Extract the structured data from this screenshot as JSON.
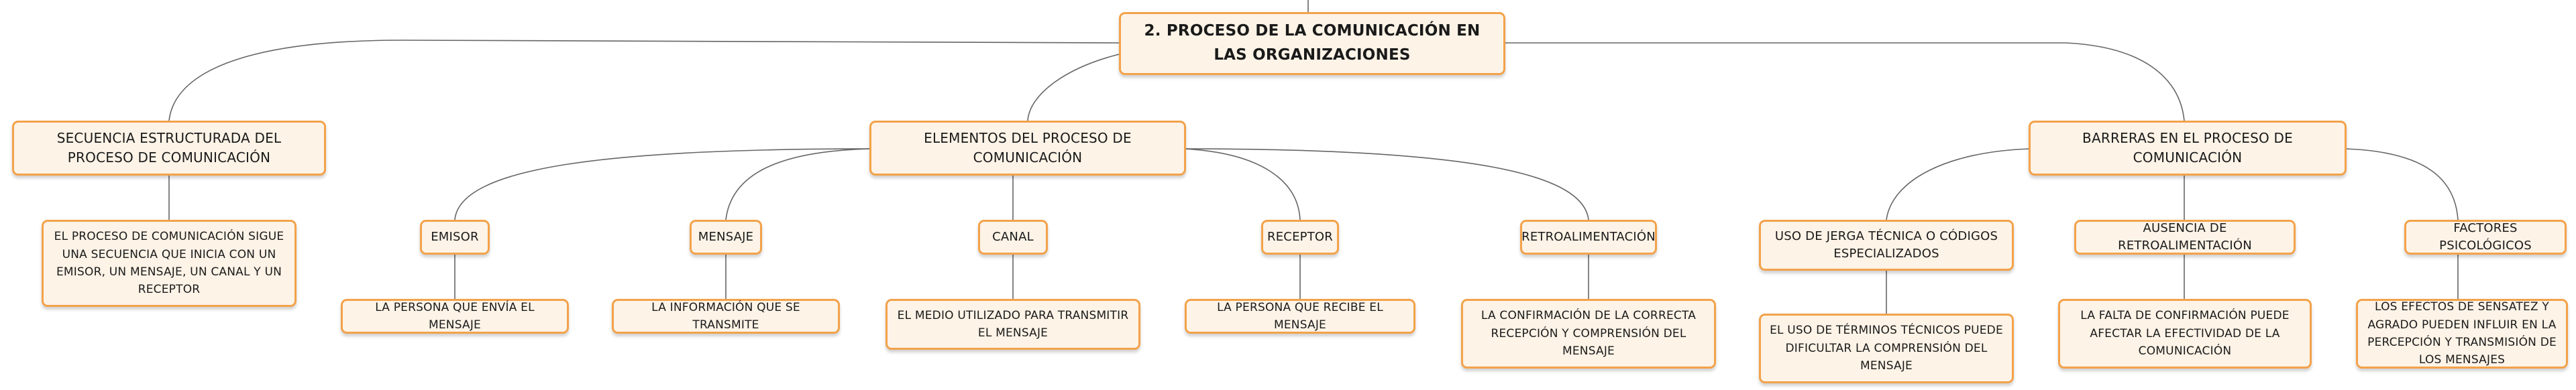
{
  "diagram": {
    "root": "2. PROCESO DE LA COMUNICACIÓN EN LAS ORGANIZACIONES",
    "branches": [
      {
        "label": "SECUENCIA ESTRUCTURADA DEL PROCESO DE COMUNICACIÓN",
        "children": [
          {
            "label": "EL PROCESO DE COMUNICACIÓN SIGUE UNA SECUENCIA QUE INICIA CON UN EMISOR, UN MENSAJE, UN CANAL Y UN RECEPTOR"
          }
        ]
      },
      {
        "label": "ELEMENTOS DEL PROCESO DE COMUNICACIÓN",
        "children": [
          {
            "label": "EMISOR",
            "detail": "LA PERSONA QUE ENVÍA EL MENSAJE"
          },
          {
            "label": "MENSAJE",
            "detail": "LA INFORMACIÓN QUE SE TRANSMITE"
          },
          {
            "label": "CANAL",
            "detail": "EL MEDIO UTILIZADO PARA TRANSMITIR EL MENSAJE"
          },
          {
            "label": "RECEPTOR",
            "detail": "LA PERSONA QUE RECIBE EL MENSAJE"
          },
          {
            "label": "RETROALIMENTACIÓN",
            "detail": "LA CONFIRMACIÓN DE LA CORRECTA RECEPCIÓN Y COMPRENSIÓN DEL MENSAJE"
          }
        ]
      },
      {
        "label": "BARRERAS EN EL PROCESO DE COMUNICACIÓN",
        "children": [
          {
            "label": "USO DE JERGA TÉCNICA O CÓDIGOS ESPECIALIZADOS",
            "detail": "EL USO DE TÉRMINOS TÉCNICOS PUEDE DIFICULTAR LA COMPRENSIÓN DEL MENSAJE"
          },
          {
            "label": "AUSENCIA DE RETROALIMENTACIÓN",
            "detail": "LA FALTA DE CONFIRMACIÓN PUEDE AFECTAR LA EFECTIVIDAD DE LA COMUNICACIÓN"
          },
          {
            "label": "FACTORES PSICOLÓGICOS",
            "detail": "LOS EFECTOS DE SENSATEZ Y AGRADO PUEDEN INFLUIR EN LA PERCEPCIÓN Y TRANSMISIÓN DE LOS MENSAJES"
          }
        ]
      }
    ],
    "colors": {
      "node_fill": "#fdf3e7",
      "node_border": "#f3a24a",
      "connector": "#666666"
    }
  }
}
